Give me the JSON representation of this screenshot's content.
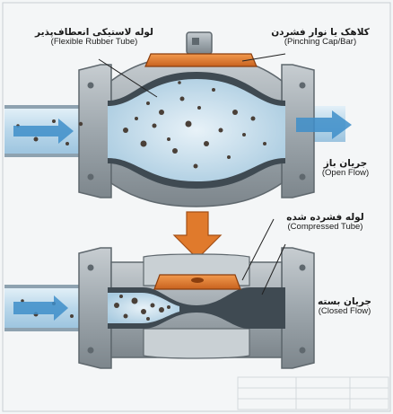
{
  "labels": {
    "rubber_tube": {
      "fa": "لوله لاستیکی انعطاف‌پذیر",
      "en": "(Flexible Rubber Tube)"
    },
    "pinch_bar": {
      "fa": "کلاهک یا نوار فشردن",
      "en": "(Pinching Cap/Bar)"
    },
    "open_flow": {
      "fa": "جریان باز",
      "en": "(Open Flow)"
    },
    "compressed_tube": {
      "fa": "لوله فشرده شده",
      "en": "(Compressed Tube)"
    },
    "closed_flow": {
      "fa": "جریان بسته",
      "en": "(Closed Flow)"
    }
  },
  "colors": {
    "metal": "#9ea7ad",
    "metal_dark": "#5f686e",
    "rubber": "#3f4a52",
    "cap": "#e07a2c",
    "flow": "#3e8ec9",
    "water": "#cfe3f0"
  }
}
